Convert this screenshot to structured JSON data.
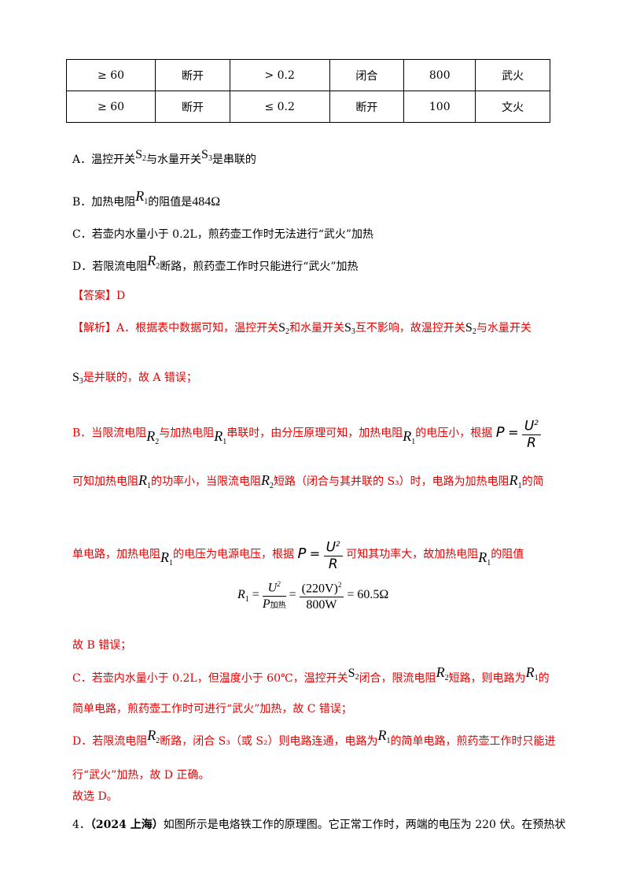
{
  "table": {
    "rows": [
      [
        "≥ 60",
        "断开",
        "> 0.2",
        "闭合",
        "800",
        "武火"
      ],
      [
        "≥ 60",
        "断开",
        "≤ 0.2",
        "断开",
        "100",
        "文火"
      ]
    ]
  },
  "options": {
    "A_pre": "A．温控开关",
    "A_mid": "与水量开关",
    "A_post": "是串联的",
    "B_pre": "B．加热电阻",
    "B_post": "的阻值是",
    "B_value": "484Ω",
    "C_text": "C．若壶内水量小于 0.2L，煎药壶工作时无法进行“武火”加热",
    "D_pre": "D．若限流电阻",
    "D_post": "断路，煎药壶工作时只能进行“武火”加热"
  },
  "answer": "【答案】D",
  "analysis": {
    "a1_pre": "【解析】A．根据表中数据可知，温控开关",
    "a1_mid": "和水量开关",
    "a1_mid2": "互不影响，故温控开关",
    "a1_post": "与水量开关",
    "a2_post": "是并联的，故 A 错误；",
    "b1_pre": "B．当限流电阻",
    "b1_mid": "与加热电阻",
    "b1_mid2": "串联时，由分压原理可知，加热电阻",
    "b1_post": "的电压小，根据",
    "b2_pre": "可知加热电阻",
    "b2_mid": "的功率小，当限流电阻",
    "b2_mid2": "短路（闭合与其并联的 S₃）时，电路为加热电阻",
    "b2_post": "的简",
    "b3_pre": "单电路，加热电阻",
    "b3_mid": "的电压为电源电压，根据",
    "b3_mid2": "可知其功率大，故加热电阻",
    "b3_post": "的阻值",
    "formula_num2": "(220V)",
    "formula_den1_sub": "加热",
    "formula_den2": "800W",
    "formula_result": "= 60.5Ω",
    "b4": "故 B 错误；",
    "c1_pre": "C．若壶内水量小于 0.2L，但温度小于 60℃，温控开关",
    "c1_mid": "闭合，限流电阻",
    "c1_mid2": "短路，则电路为",
    "c1_post": "的",
    "c2": "简单电路，煎药壶工作时可进行“武火”加热，故 C 错误；",
    "d1_pre": "D．若限流电阻",
    "d1_mid": "断路，闭合 S₃（或 S₂）则电路连通，电路为",
    "d1_post": "的简单电路，煎药壶工作时只能进",
    "d2": "行“武火”加热，故 D 正确。",
    "conclusion": "故选 D。"
  },
  "next_question": {
    "number": "4．",
    "source": "（2024 上海）",
    "text": "如图所示是电烙铁工作的原理图。它正常工作时，两端的电压为 220 伏。在预热状"
  }
}
